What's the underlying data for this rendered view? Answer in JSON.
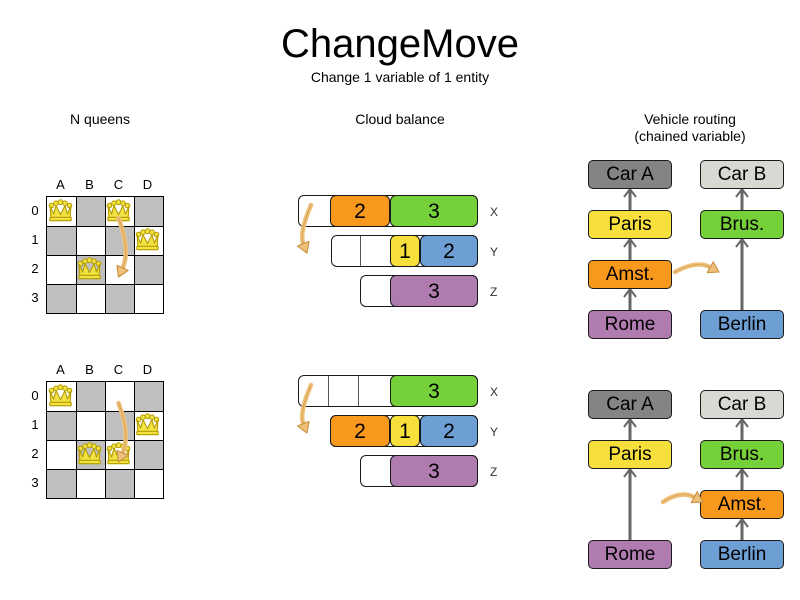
{
  "page": {
    "title": "ChangeMove",
    "subtitle": "Change 1 variable of 1 entity"
  },
  "columns": {
    "nqueens_heading": "N queens",
    "cloud_heading": "Cloud balance",
    "routing_heading_line1": "Vehicle routing",
    "routing_heading_line2": "(chained variable)"
  },
  "colors": {
    "queen_fill": "#f2e345",
    "queen_stroke": "#b59b00",
    "board_dark": "#bfbfbf",
    "board_light": "#ffffff",
    "arrow_fill": "#eec07a",
    "arrow_stroke": "#c8913f",
    "orange": "#f8981d",
    "green": "#76d03a",
    "yellow": "#f8e03c",
    "blue": "#6d9ed4",
    "purple": "#b07cb0",
    "car_a_gray": "#848484",
    "car_b_gray": "#d9d9d4",
    "line_gray": "#666666"
  },
  "nqueens": {
    "files": [
      "A",
      "B",
      "C",
      "D"
    ],
    "ranks": [
      "0",
      "1",
      "2",
      "3"
    ],
    "before": {
      "queens": [
        {
          "file": "A",
          "rank": "0"
        },
        {
          "file": "C",
          "rank": "0"
        },
        {
          "file": "D",
          "rank": "1"
        },
        {
          "file": "B",
          "rank": "2"
        }
      ],
      "move": {
        "from_file": "C",
        "from_rank": "0",
        "to_file": "C",
        "to_rank": "2"
      }
    },
    "after": {
      "queens": [
        {
          "file": "A",
          "rank": "0"
        },
        {
          "file": "D",
          "rank": "1"
        },
        {
          "file": "B",
          "rank": "2"
        },
        {
          "file": "C",
          "rank": "2"
        }
      ],
      "move": {
        "from_file": "C",
        "from_rank": "0",
        "to_file": "C",
        "to_rank": "2"
      }
    }
  },
  "cloud": {
    "before": {
      "rows": [
        {
          "label": "X",
          "segments": [
            {
              "value": "2",
              "color": "#f8981d",
              "width": 60
            },
            {
              "value": "3",
              "color": "#76d03a",
              "width": 88
            }
          ],
          "free_width": 32,
          "dividers": []
        },
        {
          "label": "Y",
          "segments": [
            {
              "value": "1",
              "color": "#f8e03c",
              "width": 30
            },
            {
              "value": "2",
              "color": "#6d9ed4",
              "width": 58
            }
          ],
          "free_width": 59,
          "dividers": [
            29
          ]
        },
        {
          "label": "Z",
          "segments": [
            {
              "value": "3",
              "color": "#b07cb0",
              "width": 88
            }
          ],
          "free_width": 30,
          "dividers": []
        }
      ]
    },
    "after": {
      "rows": [
        {
          "label": "X",
          "segments": [
            {
              "value": "3",
              "color": "#76d03a",
              "width": 88
            }
          ],
          "free_width": 92,
          "dividers": [
            30,
            60
          ]
        },
        {
          "label": "Y",
          "segments": [
            {
              "value": "2",
              "color": "#f8981d",
              "width": 60
            },
            {
              "value": "1",
              "color": "#f8e03c",
              "width": 30
            },
            {
              "value": "2",
              "color": "#6d9ed4",
              "width": 58
            }
          ],
          "free_width": 0,
          "dividers": []
        },
        {
          "label": "Z",
          "segments": [
            {
              "value": "3",
              "color": "#b07cb0",
              "width": 88
            }
          ],
          "free_width": 30,
          "dividers": []
        }
      ]
    }
  },
  "routing": {
    "before": {
      "left_chain": [
        {
          "label": "Car A",
          "color": "#848484"
        },
        {
          "label": "Paris",
          "color": "#f8e03c"
        },
        {
          "label": "Amst.",
          "color": "#f8981d"
        },
        {
          "label": "Rome",
          "color": "#b07cb0"
        }
      ],
      "right_chain": [
        {
          "label": "Car B",
          "color": "#d9d9d4"
        },
        {
          "label": "Brus.",
          "color": "#76d03a"
        },
        {
          "label": "Berlin",
          "color": "#6d9ed4"
        }
      ],
      "right_chain_gap_index": 2
    },
    "after": {
      "left_chain": [
        {
          "label": "Car A",
          "color": "#848484"
        },
        {
          "label": "Paris",
          "color": "#f8e03c"
        },
        {
          "label": "Rome",
          "color": "#b07cb0"
        }
      ],
      "left_chain_gap_index": 2,
      "right_chain": [
        {
          "label": "Car B",
          "color": "#d9d9d4"
        },
        {
          "label": "Brus.",
          "color": "#76d03a"
        },
        {
          "label": "Amst.",
          "color": "#f8981d"
        },
        {
          "label": "Berlin",
          "color": "#6d9ed4"
        }
      ]
    }
  }
}
